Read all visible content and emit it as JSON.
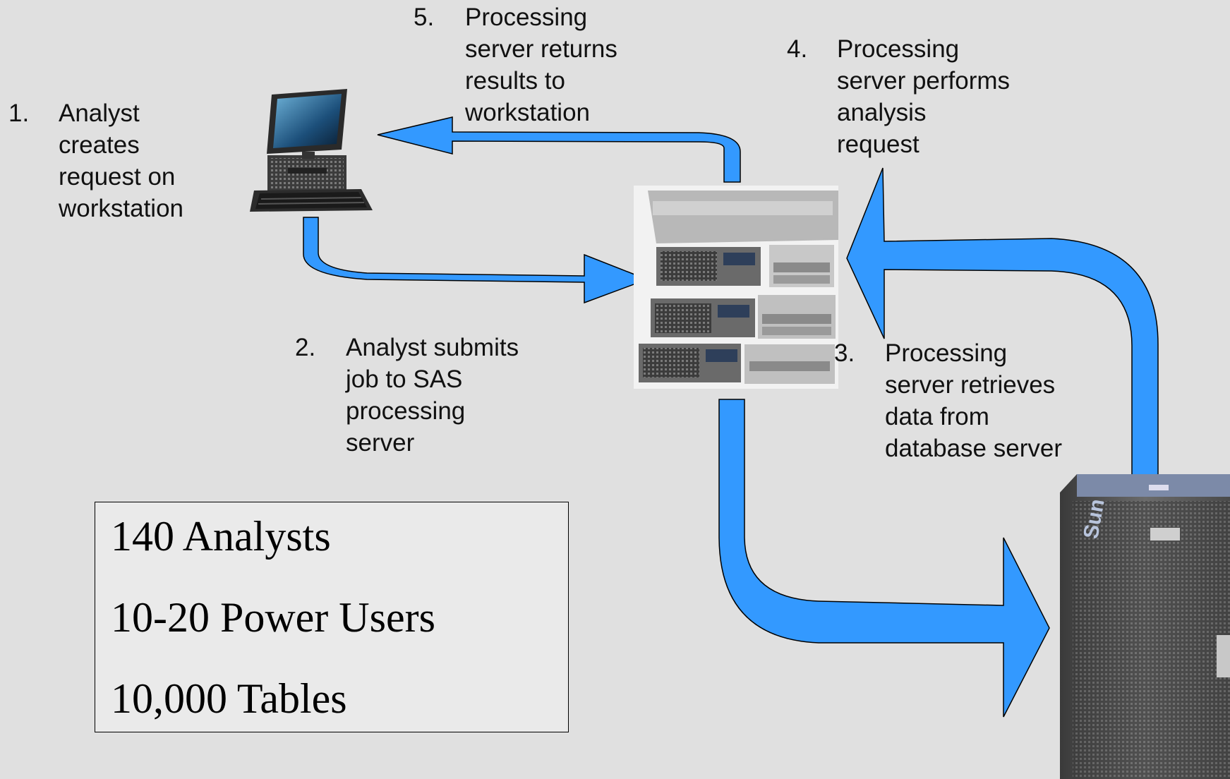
{
  "steps": [
    {
      "num": "1.",
      "lines": [
        "Analyst",
        "creates",
        "request on",
        "workstation"
      ]
    },
    {
      "num": "2.",
      "lines": [
        "Analyst submits",
        "job to SAS",
        "processing",
        "server"
      ]
    },
    {
      "num": "3.",
      "lines": [
        "Processing",
        "server retrieves",
        "data from",
        "database server"
      ]
    },
    {
      "num": "4.",
      "lines": [
        "Processing",
        "server performs",
        "analysis",
        "request"
      ]
    },
    {
      "num": "5.",
      "lines": [
        "Processing",
        "server returns",
        "results to",
        "workstation"
      ]
    }
  ],
  "stats": [
    "140 Analysts",
    "10-20 Power Users",
    "10,000 Tables"
  ],
  "colors": {
    "arrow_fill": "#3399ff",
    "background": "#e0e0e0",
    "box_fill": "#eaeaea"
  },
  "icons": {
    "workstation": "computer-workstation-icon",
    "processing_server": "rack-server-icon",
    "database_server": "database-server-cabinet-icon"
  },
  "database_server_logo": "Sun"
}
